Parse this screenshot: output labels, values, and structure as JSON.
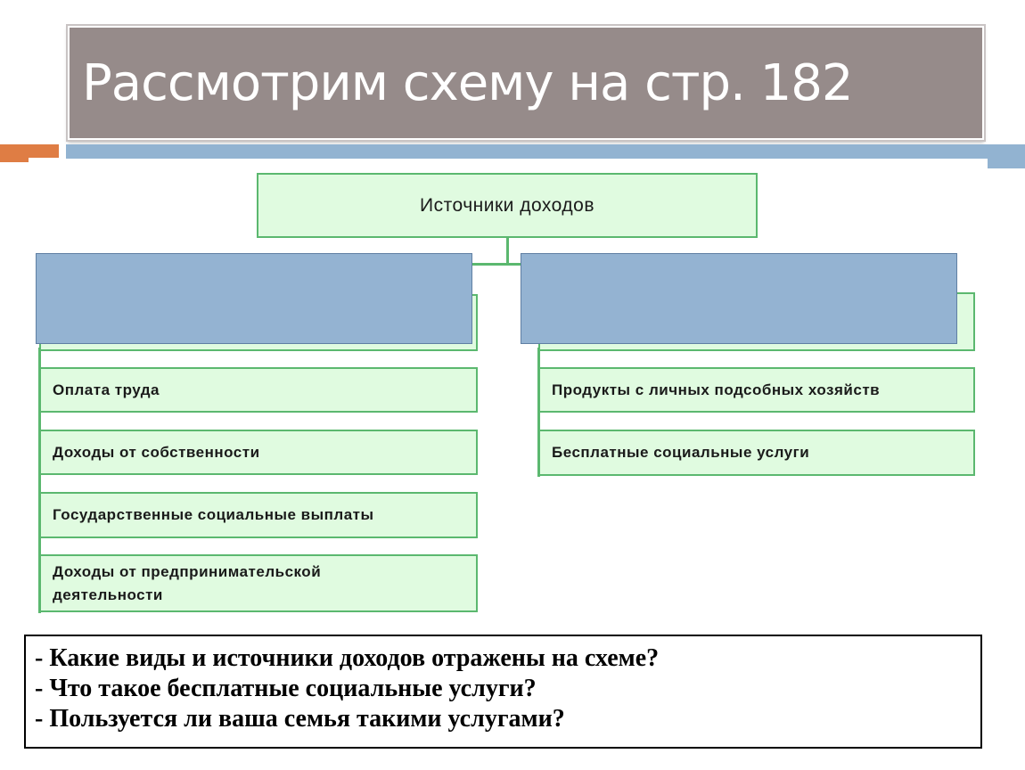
{
  "slide": {
    "title": "Рассмотрим схему на стр. 182",
    "colors": {
      "title_bg": "#968b8a",
      "accent_blue": "#92b3d1",
      "accent_orange": "#df7d44",
      "box_fill": "#e0fbe0",
      "box_border": "#5bb86f"
    }
  },
  "diagram": {
    "root": "Источники доходов",
    "left_items": [
      "Оплата труда",
      "Доходы от собственности",
      "Государственные социальные выплаты",
      "Доходы от предпринимательской деятельности"
    ],
    "right_items": [
      "Продукты с личных подсобных хозяйств",
      "Бесплатные социальные услуги"
    ]
  },
  "questions": [
    "- Какие виды и источники доходов отражены на схеме?",
    "- Что такое бесплатные социальные услуги?",
    "- Пользуется ли ваша семья такими услугами?"
  ]
}
